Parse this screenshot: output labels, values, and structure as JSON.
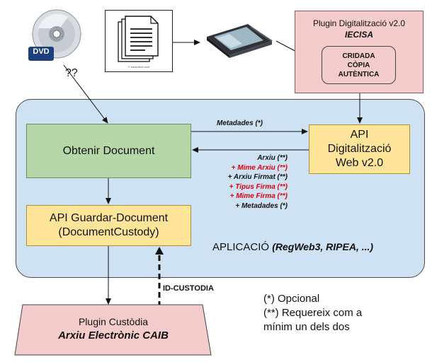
{
  "dvd": {
    "label": "DVD",
    "question": "??"
  },
  "plugin_dig": {
    "title": "Plugin Digitalització v2.0",
    "vendor": "IECISA",
    "copia_lines": [
      "CRIDADA",
      "CÒPIA",
      "AUTÈNTICA"
    ]
  },
  "api_dig": {
    "lines": [
      "API",
      "Digitalització",
      "Web v2.0"
    ]
  },
  "obtenir": {
    "label": "Obtenir Document"
  },
  "guardar": {
    "lines": [
      "API Guardar-Document",
      "(DocumentCustody)"
    ]
  },
  "arrows": {
    "metadades": "Metadades (*)",
    "return_items": [
      {
        "text": "Arxiu (**)",
        "color": "#111111"
      },
      {
        "text": "+ Mime Arxiu (**)",
        "color": "#e0000a"
      },
      {
        "text": "+ Arxiu Firmat (**)",
        "color": "#111111"
      },
      {
        "text": "+ Tipus Firma (**)",
        "color": "#e0000a"
      },
      {
        "text": "+ Mime Firma (**)",
        "color": "#e0000a"
      },
      {
        "text": "+ Metadades (*)",
        "color": "#111111"
      }
    ],
    "id_custodia": "ID-CUSTODIA"
  },
  "aplicacio": {
    "label": "APLICACIÓ",
    "apps": "(RegWeb3, RIPEA, ...)"
  },
  "custodia": {
    "title": "Plugin Custòdia",
    "name": "Arxiu Electrònic CAIB"
  },
  "notes": [
    "(*) Opcional",
    "(**) Requereix com a",
    "mínim un dels dos"
  ],
  "doc_caption": "© www.clker.com"
}
